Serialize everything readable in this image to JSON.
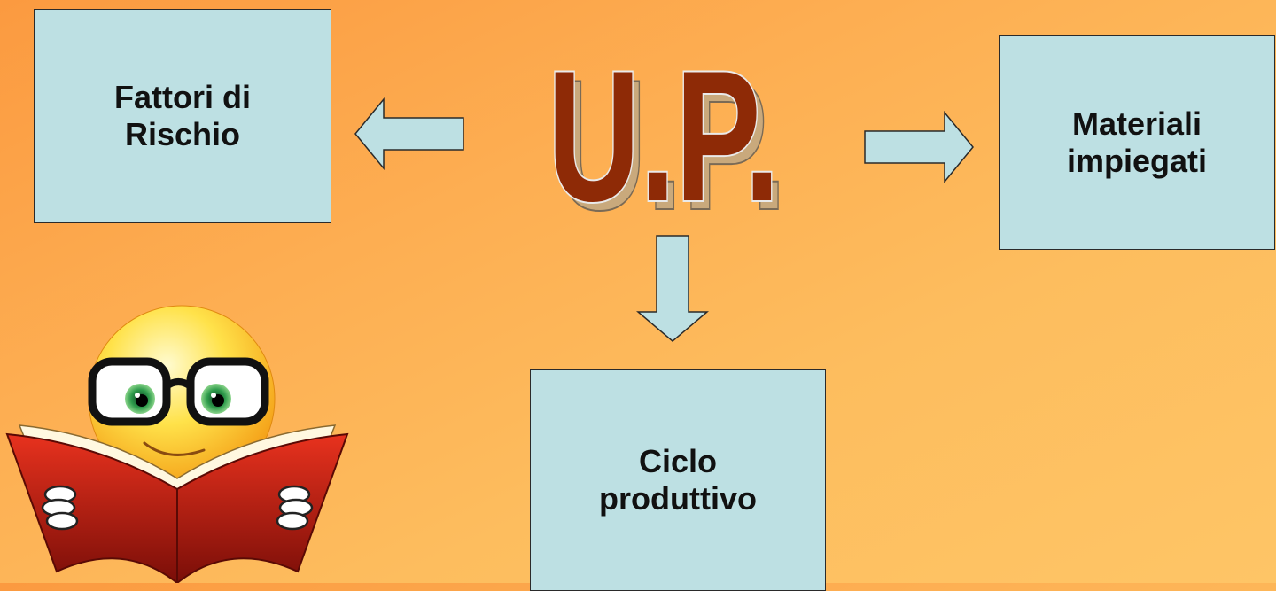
{
  "logo": {
    "text": "U.P.",
    "fill_color": "#8e2a06",
    "shadow_color": "#c9a97c"
  },
  "boxes": {
    "left_label": "Fattori di\nRischio",
    "right_label": "Materiali\nimpiegati",
    "bottom_label": "Ciclo\nproduttivo",
    "fill_color": "#bde0e3"
  },
  "clipart": {
    "icon": "smiley-reading-book-icon"
  }
}
